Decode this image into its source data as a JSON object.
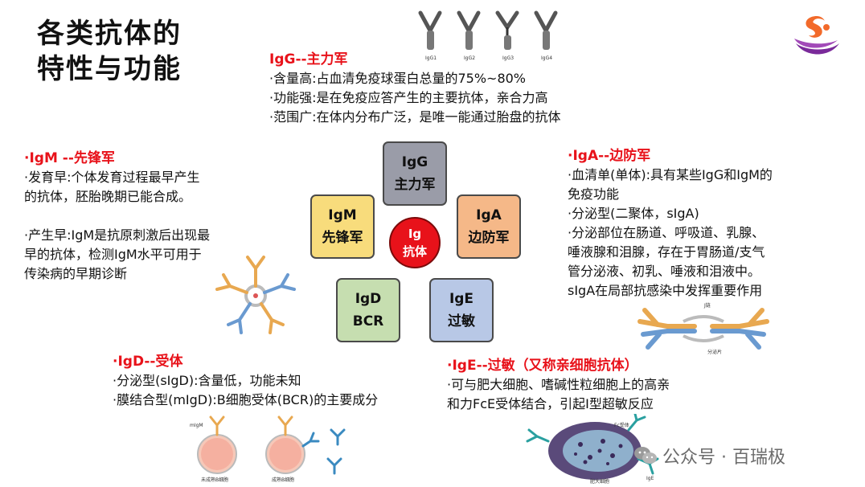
{
  "title_line1": "各类抗体的",
  "title_line2": "特性与功能",
  "igg": {
    "title": "IgG--主力军",
    "lines": [
      "·含量高:占血清免疫球蛋白总量的75%~80%",
      "·功能强:是在免疫应答产生的主要抗体，亲合力高",
      "·范围广:在体内分布广泛，是唯一能通过胎盘的抗体"
    ],
    "subclasses": [
      "IgG1",
      "IgG2",
      "IgG3",
      "IgG4"
    ]
  },
  "igm": {
    "title": "·IgM --先锋军",
    "lines": [
      "·发育早:个体发育过程最早产生",
      "的抗体，胚胎晚期已能合成。",
      "",
      "·产生早:IgM是抗原刺激后出现最",
      "早的抗体，检测IgM水平可用于",
      "传染病的早期诊断"
    ]
  },
  "iga": {
    "title": "·IgA--边防军",
    "lines": [
      "·血清单(单体):具有某些IgG和IgM的",
      "免疫功能",
      "·分泌型(二聚体，sIgA)",
      "·分泌部位在肠道、呼吸道、乳腺、",
      "唾液腺和泪腺，存在于胃肠道/支气",
      "管分泌液、初乳、唾液和泪液中。",
      "sIgA在局部抗感染中发挥重要作用"
    ],
    "diagram_label": "分泌片",
    "diagram_label2": "J链"
  },
  "igd": {
    "title": "·IgD--受体",
    "lines": [
      "·分泌型(sIgD):含量低，功能未知",
      "·膜结合型(mIgD):B细胞受体(BCR)的主要成分"
    ],
    "cell1_label": "未成熟B细胞",
    "cell2_label": "成熟B细胞",
    "receptor_label": "mIgM"
  },
  "ige": {
    "title": "·IgE--过敏（又称亲细胞抗体）",
    "lines": [
      "·可与肥大细胞、嗜碱性粒细胞上的高亲",
      "和力FcE受体结合，引起I型超敏反应"
    ],
    "cell_label": "肥大细胞",
    "receptor_label": "Fc受体",
    "antibody_label": "IgE"
  },
  "center": {
    "igg_box": [
      "IgG",
      "主力军"
    ],
    "igm_box": [
      "IgM",
      "先锋军"
    ],
    "iga_box": [
      "IgA",
      "边防军"
    ],
    "igd_box": [
      "IgD",
      "BCR"
    ],
    "ige_box": [
      "IgE",
      "过敏"
    ],
    "circle": [
      "Ig",
      "抗体"
    ]
  },
  "watermark": "公众号 · 百瑞极",
  "colors": {
    "red": "#e8121a",
    "igg_box": "#9a9ca8",
    "igm_box": "#f8dc7c",
    "iga_box": "#f5b888",
    "igd_box": "#c6deb0",
    "ige_box": "#b8c8e6",
    "logo_purple": "#7a2a9a",
    "logo_orange": "#f26a2a"
  }
}
